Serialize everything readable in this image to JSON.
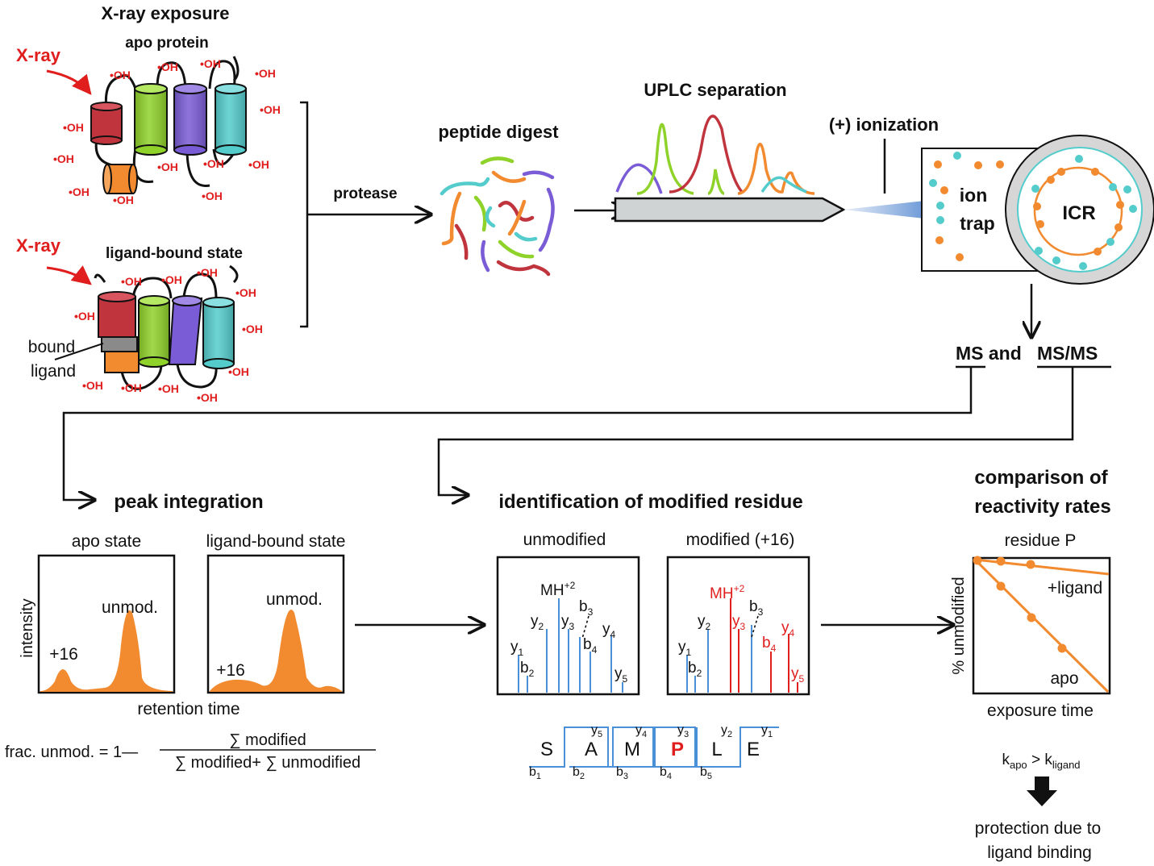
{
  "colors": {
    "red": "#e01e1e",
    "orange": "#f28a30",
    "green": "#8fd22a",
    "purple": "#7a5cd6",
    "cyan": "#55cccc",
    "crimson": "#c0343e",
    "gray": "#8a8a8a",
    "spectrum_blue": "#4a90d9",
    "spectrum_red": "#e01e1e"
  },
  "labels": {
    "xray_exposure": "X-ray exposure",
    "apo_protein": "apo protein",
    "xray": "X-ray",
    "ligand_bound_state": "ligand-bound state",
    "bound": "bound",
    "ligand": "ligand",
    "oh": "•OH",
    "protease": "protease",
    "peptide_digest": "peptide digest",
    "uplc_separation": "UPLC separation",
    "ionization": "(+) ionization",
    "ion": "ion",
    "trap": "trap",
    "icr": "ICR",
    "ms_and": "MS and",
    "ms_ms": "MS/MS",
    "peak_integration": "peak integration",
    "identification": "identification of modified residue",
    "comparison_1": "comparison of",
    "comparison_2": "reactivity rates",
    "apo_state": "apo state",
    "ligand_bound_state_2": "ligand-bound state",
    "intensity": "intensity",
    "plus16": "+16",
    "unmod": "unmod.",
    "retention_time": "retention time",
    "frac_left": "frac. unmod. = 1—",
    "frac_num": "∑ modified",
    "frac_den": "∑ modified+ ∑ unmodified",
    "unmodified": "unmodified",
    "modified": "modified (+16)",
    "mh": "MH",
    "mh_sup": "+2",
    "residue_p": "residue P",
    "pct_unmodified": "% unmodified",
    "plus_ligand": "+ligand",
    "apo": "apo",
    "exposure_time": "exposure time",
    "k": "k",
    "k_apo_sub": "apo",
    "k_gt": " > k",
    "k_ligand_sub": "ligand",
    "protection_1": "protection due to",
    "protection_2": "ligand binding"
  },
  "sequence": [
    "S",
    "A",
    "M",
    "P",
    "L",
    "E"
  ],
  "b_ions": [
    "1",
    "2",
    "3",
    "4",
    "5"
  ],
  "y_ions": [
    "5",
    "4",
    "3",
    "2",
    "1"
  ],
  "spectrum_peaks": [
    {
      "ion": "y",
      "n": "1"
    },
    {
      "ion": "b",
      "n": "2"
    },
    {
      "ion": "y",
      "n": "2"
    },
    {
      "ion": "y",
      "n": "3"
    },
    {
      "ion": "b",
      "n": "3"
    },
    {
      "ion": "b",
      "n": "4"
    },
    {
      "ion": "y",
      "n": "4"
    },
    {
      "ion": "y",
      "n": "5"
    }
  ]
}
